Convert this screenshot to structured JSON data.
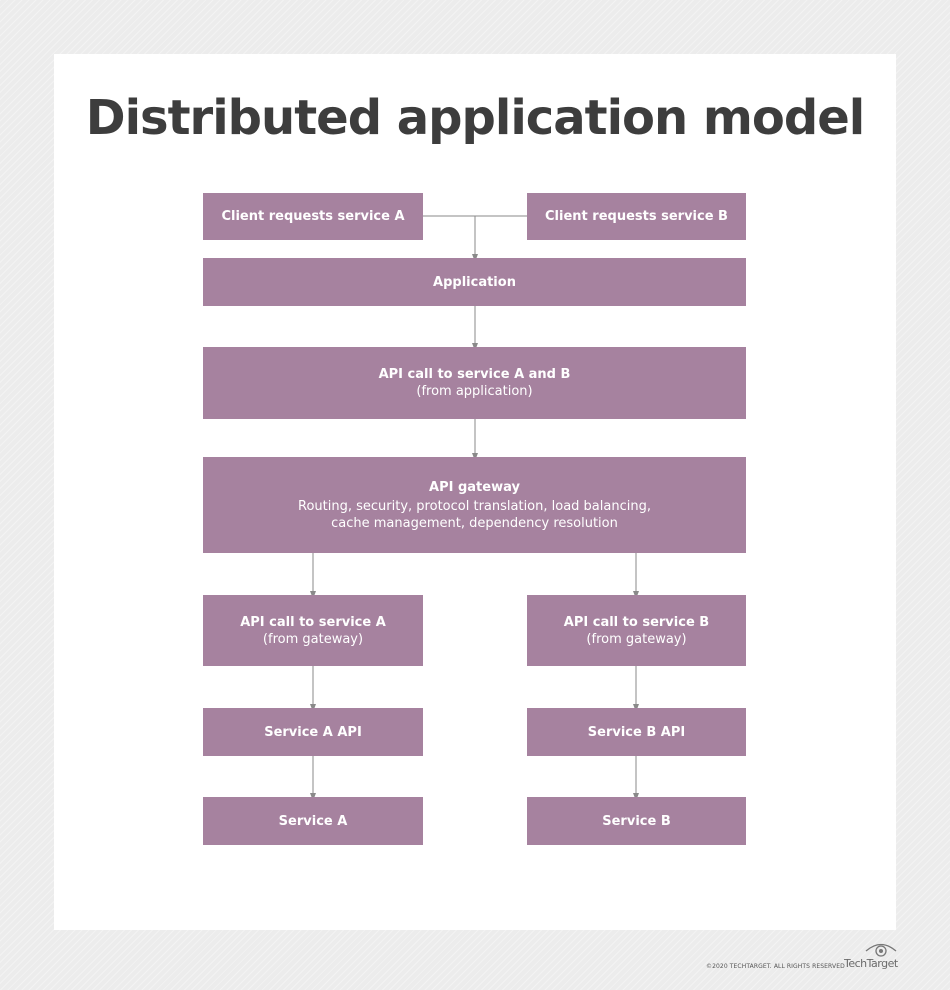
{
  "title": "Distributed application model",
  "boxes": {
    "client_a": "Client requests service A",
    "client_b": "Client requests service B",
    "application": "Application",
    "api_call_ab": {
      "title": "API call to service A and B",
      "sub": "(from application)"
    },
    "gateway": {
      "title": "API gateway",
      "line1": "Routing, security, protocol translation, load balancing,",
      "line2": "cache management, dependency resolution"
    },
    "api_call_a": {
      "title": "API call to service A",
      "sub": "(from gateway)"
    },
    "api_call_b": {
      "title": "API call to service B",
      "sub": "(from gateway)"
    },
    "service_a_api": "Service A API",
    "service_b_api": "Service B API",
    "service_a": "Service A",
    "service_b": "Service B"
  },
  "footer": {
    "copyright": "©2020 TECHTARGET. ALL RIGHTS RESERVED",
    "logo_text": "TechTarget",
    "logo_icon": "eye-icon"
  },
  "colors": {
    "box": "#a6829f",
    "connector": "#8a8a8a",
    "title": "#3d3d3d",
    "background": "#ececec"
  }
}
